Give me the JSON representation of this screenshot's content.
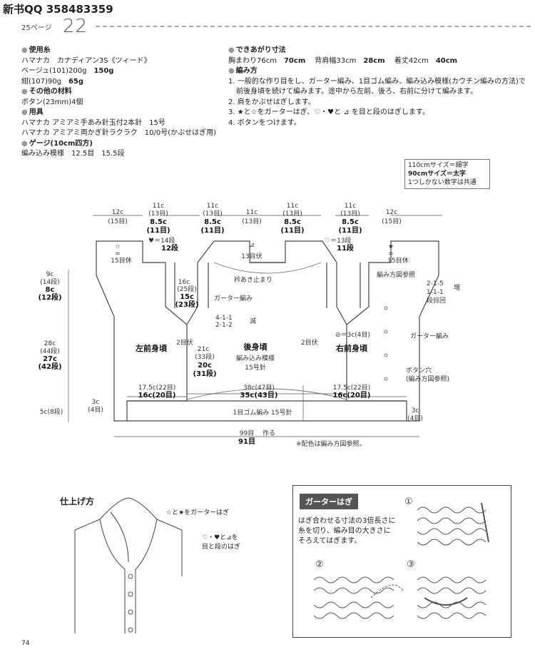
{
  "header": {
    "qq": "新书QQ 358483359",
    "page_ref": "25ページ",
    "pattern_no": "22"
  },
  "left_col": {
    "yarn_title": "使用糸",
    "yarn_line1": "ハマナカ　カナディアン3S《ツィード》",
    "yarn_line2a": "ベージュ(101)200g",
    "yarn_line2b": "150g",
    "yarn_line3a": "紺(107)90g",
    "yarn_line3b": "65g",
    "other_title": "その他の材料",
    "other_line1": "ボタン(23mm)4個",
    "tools_title": "用具",
    "tools_line1": "ハマナカ アミアミ手あみ針玉付2本針　15号",
    "tools_line2": "ハマナカ アミアミ両かぎ針ラクラク　10/0号(かぶせはぎ用)",
    "gauge_title": "ゲージ(10cm四方)",
    "gauge_line1": "編み込み模様　12.5目　15.5段"
  },
  "right_col": {
    "size_title": "できあがり寸法",
    "size_a": "胸まわり76cm",
    "size_b": "70cm",
    "size_c": "背肩幅33cm",
    "size_d": "28cm",
    "size_e": "着丈42cm",
    "size_f": "40cm",
    "method_title": "編み方",
    "step1a": "1. 一般的な作り目をし、ガーター編み、1目ゴム編み、編み込み模様(カウチン編みの方法)で",
    "step1b": "前後身頃を続けて編みます。途中から左前、後ろ、右前に分けて編みます。",
    "step2": "2. 肩をかぶせはぎします。",
    "step3": "3. ★と☆をガーターはぎ、♡・♥と ⊿ を目と段のはぎします。",
    "step4": "4. ボタンをつけます。"
  },
  "size_box": {
    "l1": "110cmサイズ＝細字",
    "l2": "90cmサイズ＝太字",
    "l3": "1つしかない数字は共通"
  },
  "diagram": {
    "top_12c": "12c",
    "top_15me": "(15目)",
    "top_11c": "11c",
    "top_13me": "(13目)",
    "top_85c": "8.5c",
    "top_11me": "(11目)",
    "sym_star_open": "☆",
    "sym_star": "★",
    "equals": "=",
    "rows15": "15目休",
    "heart_a": "♥＝14段",
    "heart_b": "12段",
    "heart_c": "♡＝13段",
    "heart_d": "11段",
    "tri13": "⊿",
    "rows13": "13目伏",
    "collar": "衿あき止まり",
    "lbl_16c": "16c",
    "lbl_25dan": "(25段)",
    "lbl_15c": "15c",
    "lbl_23dan": "(23段)",
    "garter": "ガーター編み",
    "dec_a": "4-1-1",
    "dec_b": "2-1-2",
    "dec_label": "減",
    "inc_a": "2-1-5",
    "inc_b": "1-1-1",
    "inc_label": "増",
    "inc_c": "段目回",
    "ref": "編み方図参照",
    "lbl_2me": "2目伏",
    "lbl_3c": "⊘＝3c(4目)",
    "left_front": "左前身頃",
    "back": "後身頃",
    "right_front": "右前身頃",
    "pattern": "編み込み模様",
    "needle": "15号針",
    "lbl_21c": "21c",
    "lbl_33dan": "(33段)",
    "lbl_20c": "20c",
    "lbl_31dan": "(31段)",
    "lbl_9c": "9c",
    "lbl_14dan": "(14段)",
    "lbl_8c": "8c",
    "lbl_12dan": "(12段)",
    "lbl_28c": "28c",
    "lbl_44dan": "(44段)",
    "lbl_27c": "27c",
    "lbl_42dan": "(42段)",
    "lbl_3c4": "3c",
    "lbl_4me": "(4目)",
    "lbl_5c": "5c(8段)",
    "lbl_175": "17.5c(22目)",
    "lbl_16c20": "16c(20目)",
    "lbl_38c": "38c(47目)",
    "lbl_35c": "35c(43目)",
    "rib": "1目ゴム編み 15号針",
    "lbl_99": "99目",
    "lbl_make": "作る",
    "lbl_91": "91目",
    "buttonhole_a": "ボタン穴",
    "buttonhole_b": "(編み方図参照)",
    "color_note": "※配色は編み方図参照。"
  },
  "finishing": {
    "title": "仕上げ方",
    "note1": "☆と★をガーターはぎ",
    "note2a": "♡・♥と⊿を",
    "note2b": "目と段のはぎ"
  },
  "garter_box": {
    "title": "ガーターはぎ",
    "t1": "はぎ合わせる寸法の3倍長さに",
    "t2": "糸を切り、編み目の大きさに",
    "t3": "そろえてはぎます。",
    "n1": "①",
    "n2": "②",
    "n3": "③"
  },
  "page_number": "74"
}
